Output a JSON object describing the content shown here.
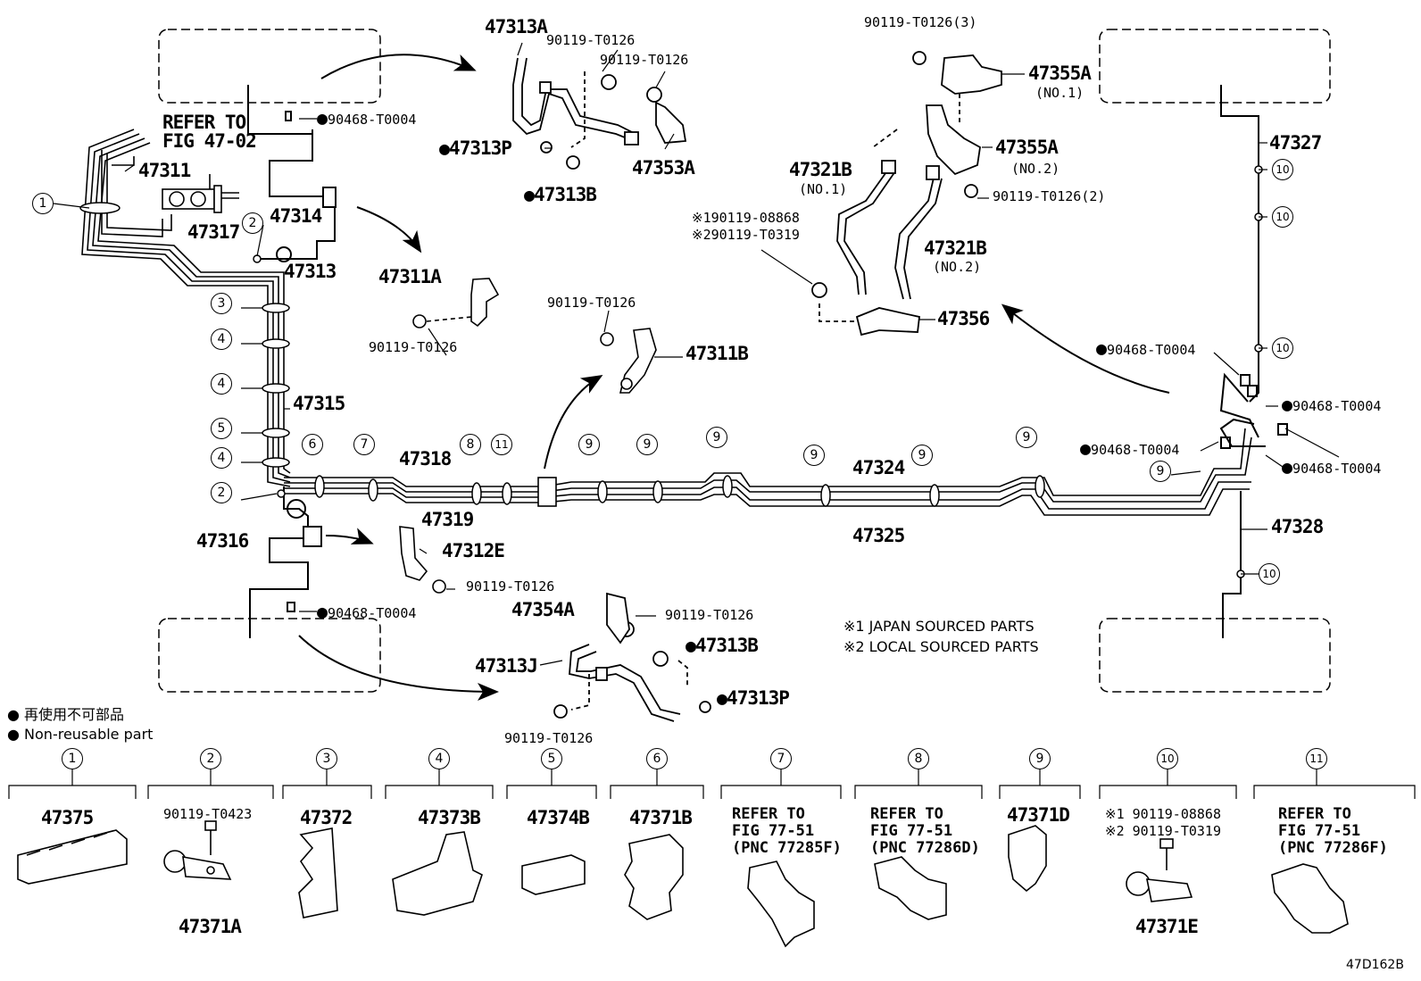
{
  "figure_id": "47D162B",
  "refs": {
    "refer_to": "REFER TO",
    "fig_47_02": "FIG 47-02"
  },
  "parts": {
    "p47313A": "47313A",
    "p90119_T0126_a": "90119-T0126",
    "p90119_T0126_b": "90119-T0126",
    "p47313P_top": "47313P",
    "p47313B": "47313B",
    "p47353A": "47353A",
    "p90468_top_left": "90468-T0004",
    "p47311": "47311",
    "p47317": "47317",
    "p47314": "47314",
    "p47313": "47313",
    "p47311A": "47311A",
    "p90119_T0126_c": "90119-T0126",
    "p90119_T0126_d": "90119-T0126",
    "p47311B": "47311B",
    "p47315": "47315",
    "p47318": "47318",
    "p47319": "47319",
    "p47324": "47324",
    "p47325": "47325",
    "p47316": "47316",
    "p47312E": "47312E",
    "p90119_T0126_e": "90119-T0126",
    "p90468_low_left": "90468-T0004",
    "p47354A": "47354A",
    "p90119_T0126_f": "90119-T0126",
    "p47313B_low": "47313B",
    "p47313J": "47313J",
    "p47313P_low": "47313P",
    "p90119_T0126_g": "90119-T0126",
    "p90119_T0126_3": "90119-T0126(3)",
    "p47355A_1": "47355A",
    "no1_a": "(NO.1)",
    "p47355A_2": "47355A",
    "no2_a": "(NO.2)",
    "p47321B_1": "47321B",
    "no1_b": "(NO.1)",
    "p90119_T0126_2": "90119-T0126(2)",
    "p47321B_2": "47321B",
    "no2_b": "(NO.2)",
    "note1_part": "※190119-08868",
    "note2_part": "※290119-T0319",
    "p47356": "47356",
    "p47327": "47327",
    "p90468_right_1": "90468-T0004",
    "p90468_right_2": "90468-T0004",
    "p90468_right_3": "90468-T0004",
    "p90468_right_4": "90468-T0004",
    "p47328": "47328"
  },
  "notes": {
    "japan": "※1 JAPAN SOURCED PARTS",
    "local": "※2 LOCAL SOURCED PARTS"
  },
  "legend": {
    "jp": "再使用不可部品",
    "en": "Non-reusable part"
  },
  "circle_numbers": [
    "1",
    "2",
    "3",
    "4",
    "5",
    "6",
    "7",
    "8",
    "9",
    "10",
    "11"
  ],
  "bottom_parts": {
    "c1": "47375",
    "c2a": "90119-T0423",
    "c2b": "47371A",
    "c3": "47372",
    "c4": "47373B",
    "c5": "47374B",
    "c6": "47371B",
    "c7_1": "REFER TO",
    "c7_2": "FIG 77-51",
    "c7_3": "(PNC 77285F)",
    "c8_1": "REFER TO",
    "c8_2": "FIG 77-51",
    "c8_3": "(PNC 77286D)",
    "c9": "47371D",
    "c10a": "※1 90119-08868",
    "c10b": "※2 90119-T0319",
    "c10c": "47371E",
    "c11_1": "REFER TO",
    "c11_2": "FIG 77-51",
    "c11_3": "(PNC 77286F)"
  }
}
